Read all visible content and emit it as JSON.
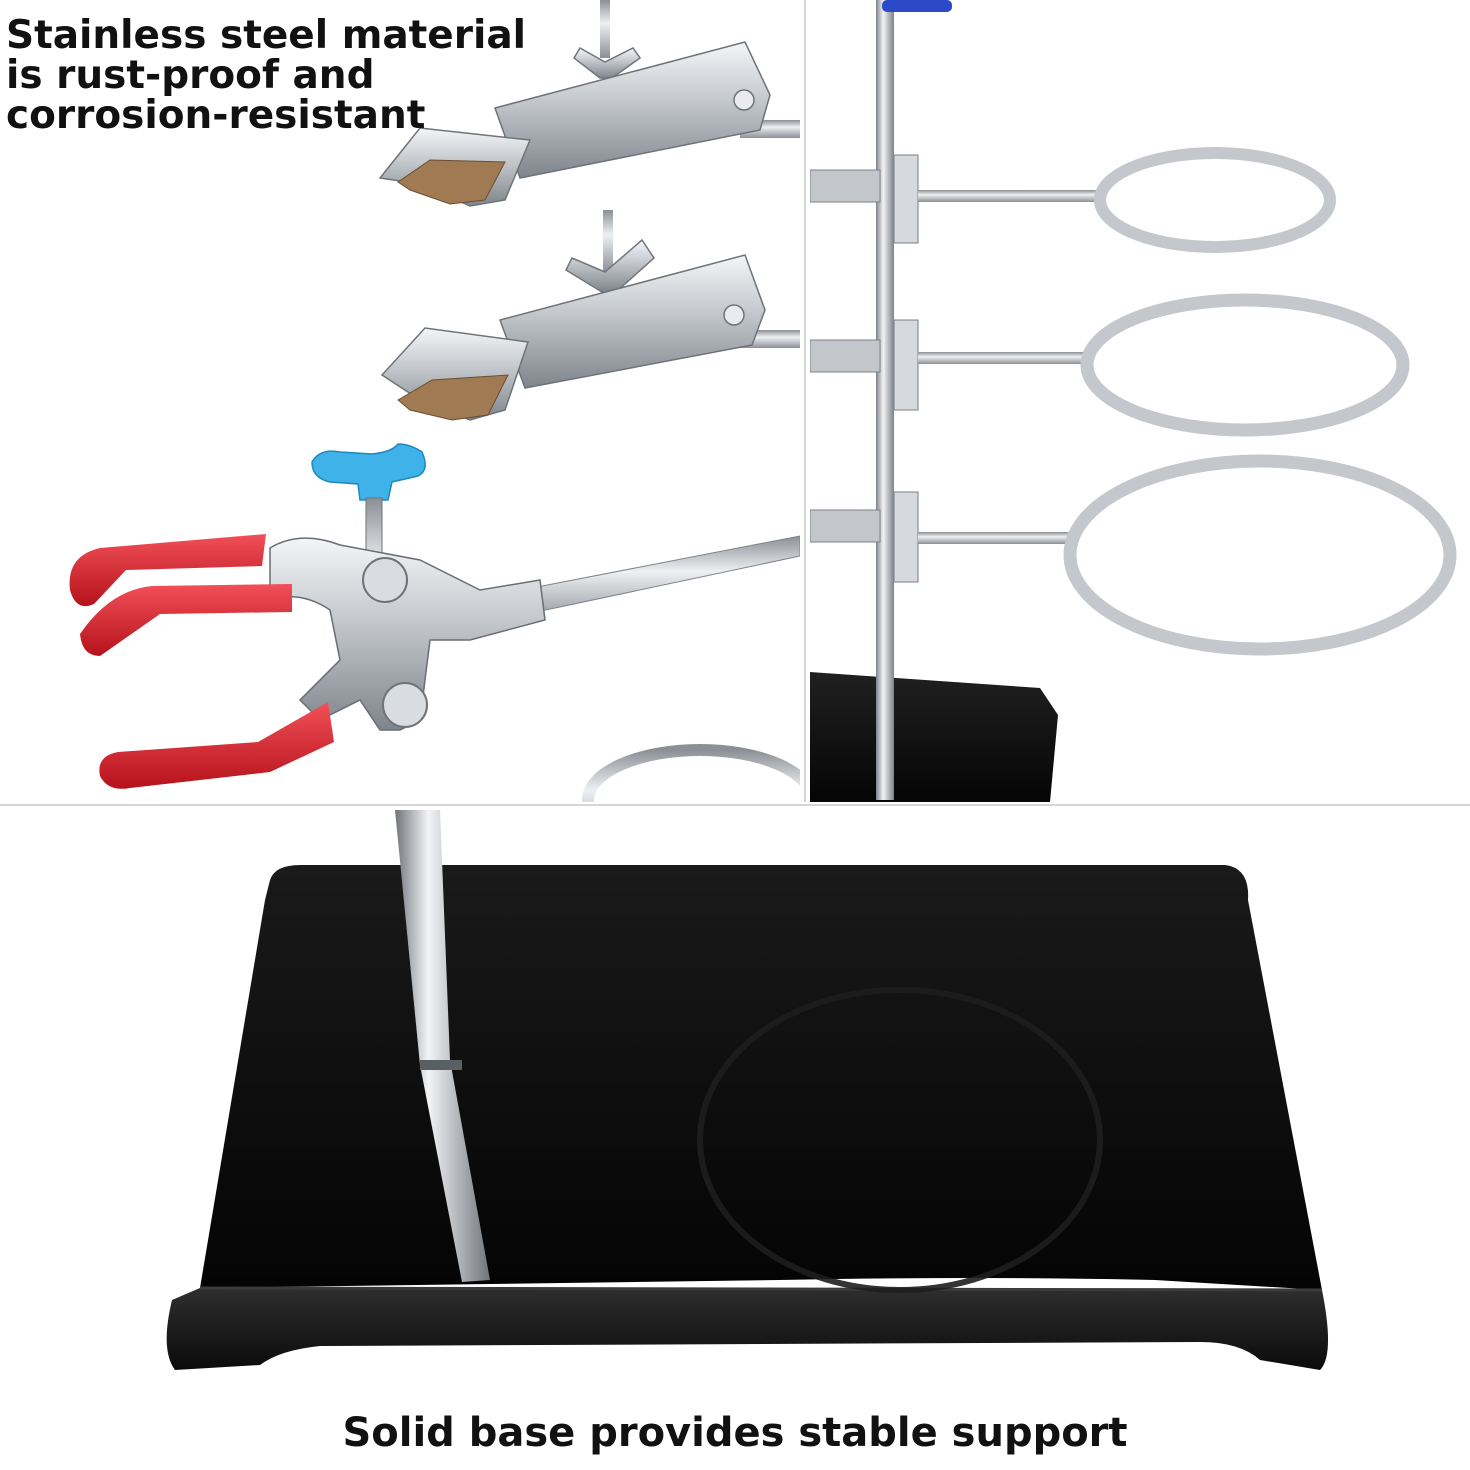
{
  "captions": {
    "top_lines": [
      "Stainless steel material",
      "is rust-proof and",
      "corrosion-resistant"
    ],
    "bottom": "Solid base provides stable support"
  },
  "colors": {
    "background": "#ffffff",
    "steel": "#c9cdd2",
    "steel_dark": "#8a9097",
    "leather_pad": "#a07a52",
    "red_grip": "#e0202a",
    "blue_knob": "#3fb2ea",
    "iron_base": "#0c0c0c",
    "text": "#111111"
  }
}
